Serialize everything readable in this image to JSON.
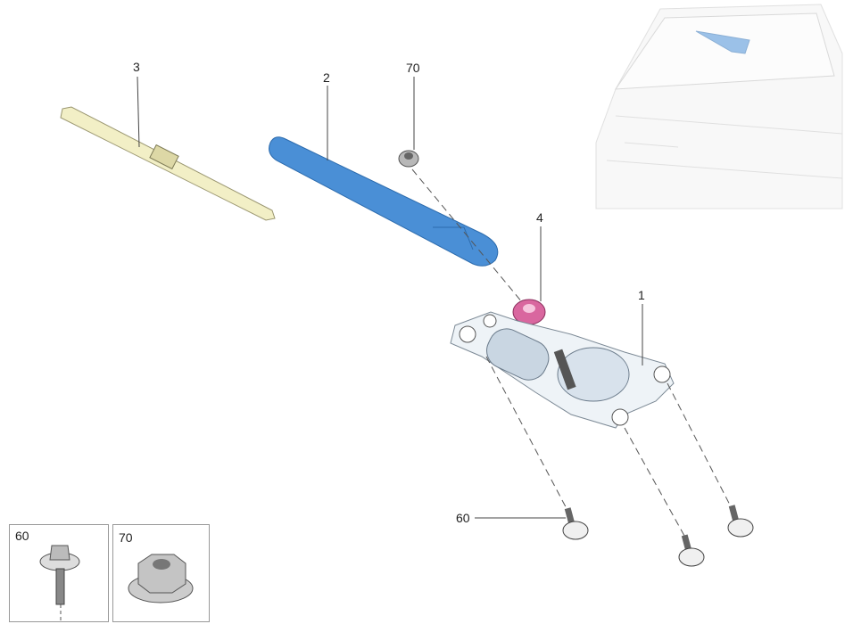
{
  "diagram": {
    "callouts": [
      {
        "id": "3",
        "part": "wiper-blade"
      },
      {
        "id": "2",
        "part": "wiper-arm"
      },
      {
        "id": "70",
        "part": "nut"
      },
      {
        "id": "4",
        "part": "grommet"
      },
      {
        "id": "1",
        "part": "wiper-motor"
      },
      {
        "id": "60",
        "part": "bolt"
      }
    ],
    "insets": [
      {
        "label": "60",
        "part": "bolt"
      },
      {
        "label": "70",
        "part": "flange-nut"
      }
    ]
  },
  "colors": {
    "arm": "#4a8fd6",
    "blade": "#f2efc6",
    "grommet": "#d9679f",
    "motor": "#c9d6e2"
  }
}
